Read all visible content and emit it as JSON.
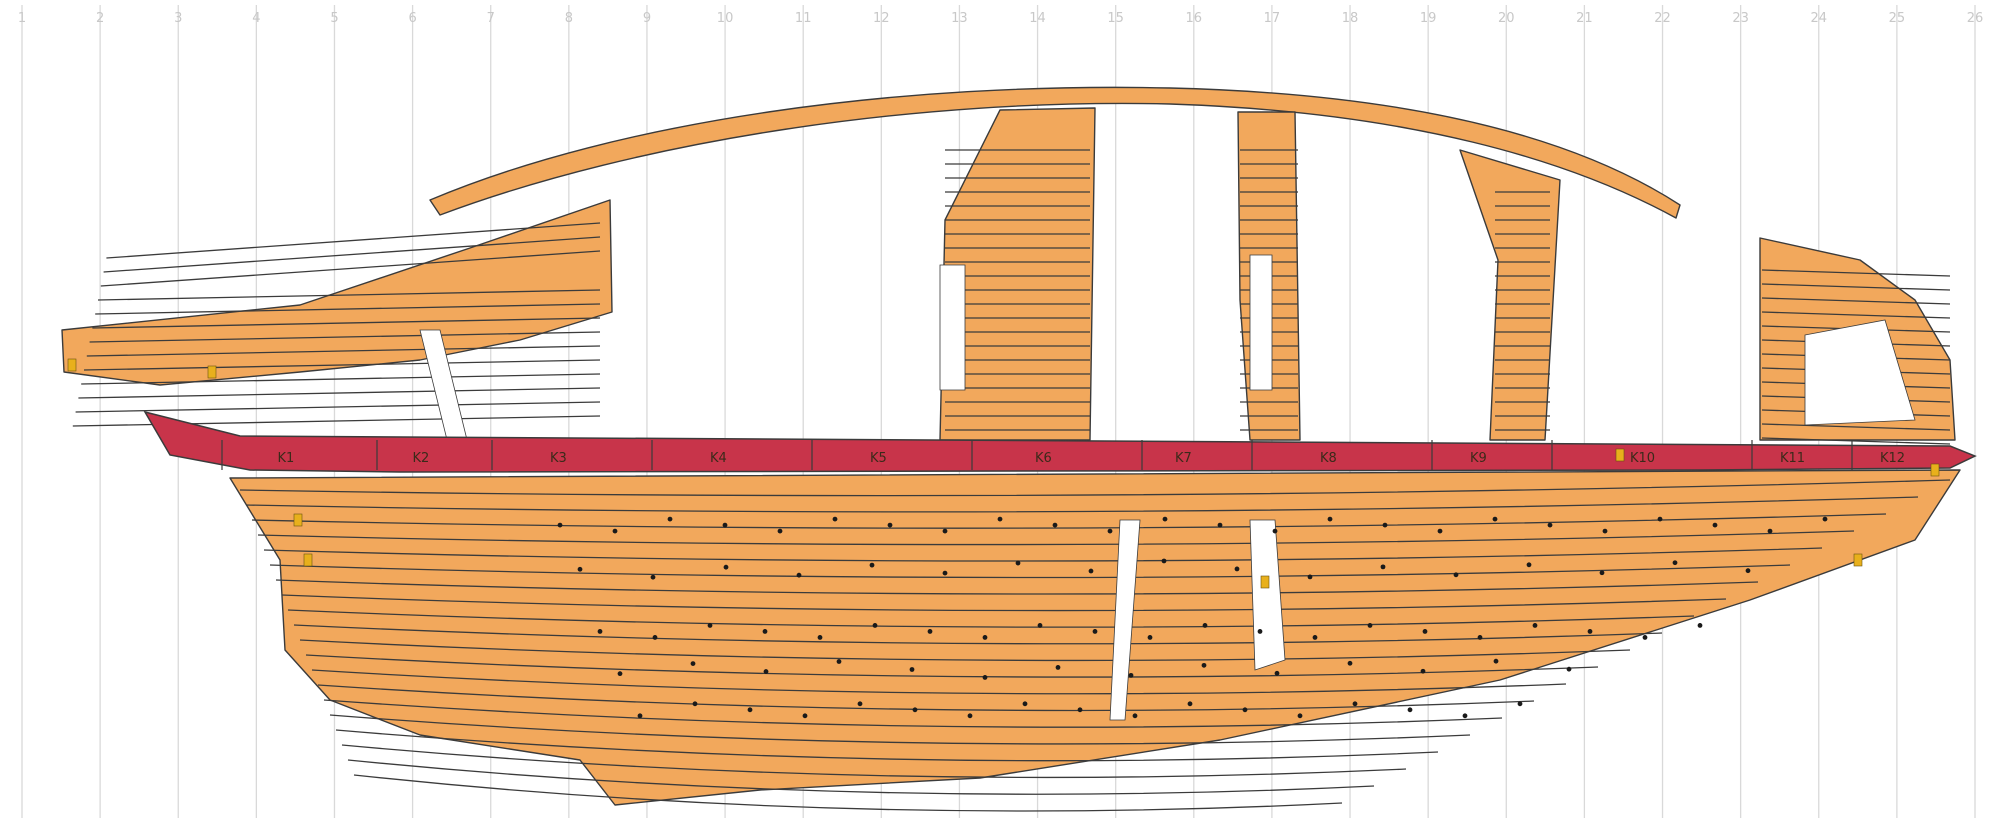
{
  "diagram": {
    "frame_numbers": [
      "1",
      "2",
      "3",
      "4",
      "5",
      "6",
      "7",
      "8",
      "9",
      "10",
      "11",
      "12",
      "13",
      "14",
      "15",
      "16",
      "17",
      "18",
      "19",
      "20",
      "21",
      "22",
      "23",
      "24",
      "25",
      "26"
    ],
    "keel_labels": [
      "K1",
      "K2",
      "K3",
      "K4",
      "K5",
      "K6",
      "K7",
      "K8",
      "K9",
      "K10",
      "K11",
      "K12"
    ],
    "colors": {
      "planking": "#f2a85c",
      "keel": "#c8344a",
      "outline": "#3b3b3b",
      "grid": "#d9d9d9",
      "fastenings": "#1a1a1a",
      "pegs": "#e8b01c"
    }
  }
}
